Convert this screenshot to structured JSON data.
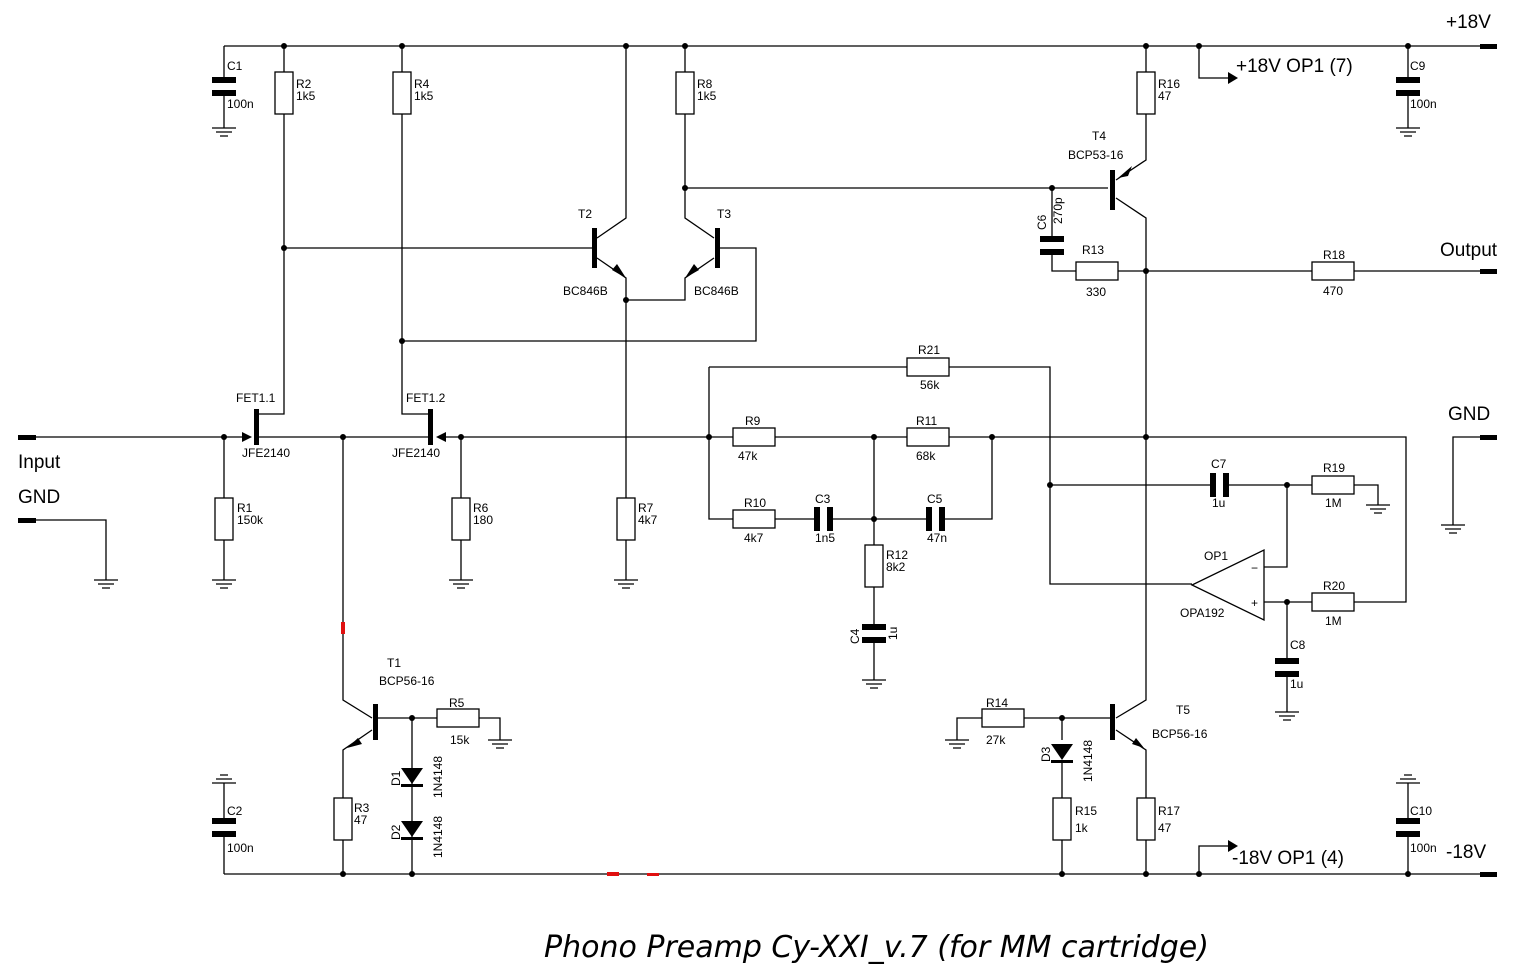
{
  "title": "Phono Preamp Cy-XXI_v.7 (for MM cartridge)",
  "rails": {
    "pos": "+18V",
    "neg": "-18V",
    "pos_op": "+18V OP1 (7)",
    "neg_op": "-18V OP1 (4)"
  },
  "ports": {
    "input": "Input",
    "input_gnd": "GND",
    "output": "Output",
    "gnd": "GND"
  },
  "components": {
    "C1": {
      "ref": "C1",
      "value": "100n"
    },
    "C2": {
      "ref": "C2",
      "value": "100n"
    },
    "C3": {
      "ref": "C3",
      "value": "1n5"
    },
    "C4": {
      "ref": "C4",
      "value": "1u"
    },
    "C5": {
      "ref": "C5",
      "value": "47n"
    },
    "C6": {
      "ref": "C6",
      "value": "270p"
    },
    "C7": {
      "ref": "C7",
      "value": "1u"
    },
    "C8": {
      "ref": "C8",
      "value": "1u"
    },
    "C9": {
      "ref": "C9",
      "value": "100n"
    },
    "C10": {
      "ref": "C10",
      "value": "100n"
    },
    "R1": {
      "ref": "R1",
      "value": "150k"
    },
    "R2": {
      "ref": "R2",
      "value": "1k5"
    },
    "R3": {
      "ref": "R3",
      "value": "47"
    },
    "R4": {
      "ref": "R4",
      "value": "1k5"
    },
    "R5": {
      "ref": "R5",
      "value": "15k"
    },
    "R6": {
      "ref": "R6",
      "value": "180"
    },
    "R7": {
      "ref": "R7",
      "value": "4k7"
    },
    "R8": {
      "ref": "R8",
      "value": "1k5"
    },
    "R9": {
      "ref": "R9",
      "value": "47k"
    },
    "R10": {
      "ref": "R10",
      "value": "4k7"
    },
    "R11": {
      "ref": "R11",
      "value": "68k"
    },
    "R12": {
      "ref": "R12",
      "value": "8k2"
    },
    "R13": {
      "ref": "R13",
      "value": "330"
    },
    "R14": {
      "ref": "R14",
      "value": "27k"
    },
    "R15": {
      "ref": "R15",
      "value": "1k"
    },
    "R16": {
      "ref": "R16",
      "value": "47"
    },
    "R17": {
      "ref": "R17",
      "value": "47"
    },
    "R18": {
      "ref": "R18",
      "value": "470"
    },
    "R19": {
      "ref": "R19",
      "value": "1M"
    },
    "R20": {
      "ref": "R20",
      "value": "1M"
    },
    "R21": {
      "ref": "R21",
      "value": "56k"
    },
    "T1": {
      "ref": "T1",
      "value": "BCP56-16"
    },
    "T2": {
      "ref": "T2",
      "value": "BC846B"
    },
    "T3": {
      "ref": "T3",
      "value": "BC846B"
    },
    "T4": {
      "ref": "T4",
      "value": "BCP53-16"
    },
    "T5": {
      "ref": "T5",
      "value": "BCP56-16"
    },
    "FET1_1": {
      "ref": "FET1.1",
      "value": "JFE2140"
    },
    "FET1_2": {
      "ref": "FET1.2",
      "value": "JFE2140"
    },
    "D1": {
      "ref": "D1",
      "value": "1N4148"
    },
    "D2": {
      "ref": "D2",
      "value": "1N4148"
    },
    "D3": {
      "ref": "D3",
      "value": "1N4148"
    },
    "OP1": {
      "ref": "OP1",
      "value": "OPA192",
      "minus": "−",
      "plus": "+"
    }
  }
}
